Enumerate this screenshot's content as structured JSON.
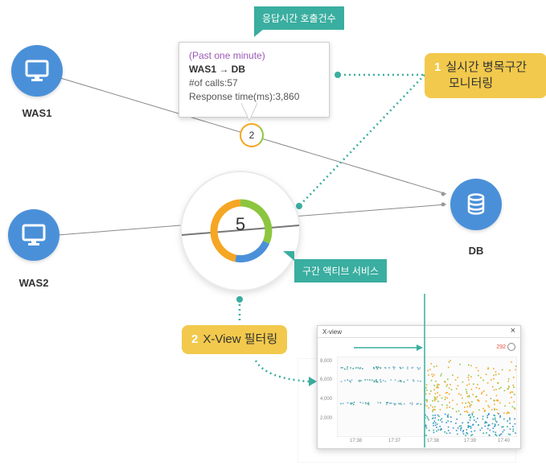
{
  "tooltip": {
    "header": "(Past one minute)",
    "route": "WAS1 → DB",
    "calls": "#of calls:57",
    "response": "Response time(ms):3,860"
  },
  "callouts": {
    "response_calls": "응답시간 호출건수",
    "bottleneck_num": "1",
    "bottleneck_line1": "실시간 병목구간",
    "bottleneck_line2": "모니터링",
    "active_service": "구간 액티브 서비스",
    "xview_num": "2",
    "xview_filter": "X-View 필터링"
  },
  "nodes": {
    "was1": "WAS1",
    "was2": "WAS2",
    "db": "DB"
  },
  "badges": {
    "small_count": "2",
    "active_count": "5"
  },
  "xview": {
    "title": "X-view",
    "close": "×",
    "status": "292",
    "y_ticks": [
      "8,000",
      "6,000",
      "4,000",
      "2,000"
    ],
    "x_ticks": [
      "17:38",
      "17:37",
      "17:38",
      "17:39",
      "17:40"
    ]
  },
  "colors": {
    "node": "#4a90d9",
    "teal": "#3aaea0",
    "yellow": "#f2c94c",
    "ring_orange": "#f5a623",
    "ring_green": "#8cc63f",
    "ring_blue": "#4a90d9"
  }
}
